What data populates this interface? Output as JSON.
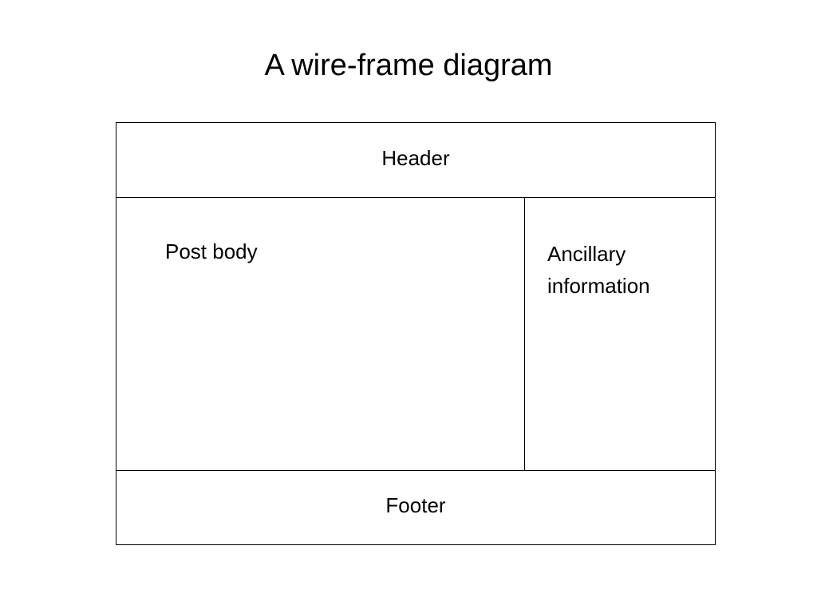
{
  "title": "A wire-frame diagram",
  "regions": {
    "header": "Header",
    "post_body": "Post body",
    "ancillary_line1": "Ancillary",
    "ancillary_line2": "information",
    "footer": "Footer"
  }
}
